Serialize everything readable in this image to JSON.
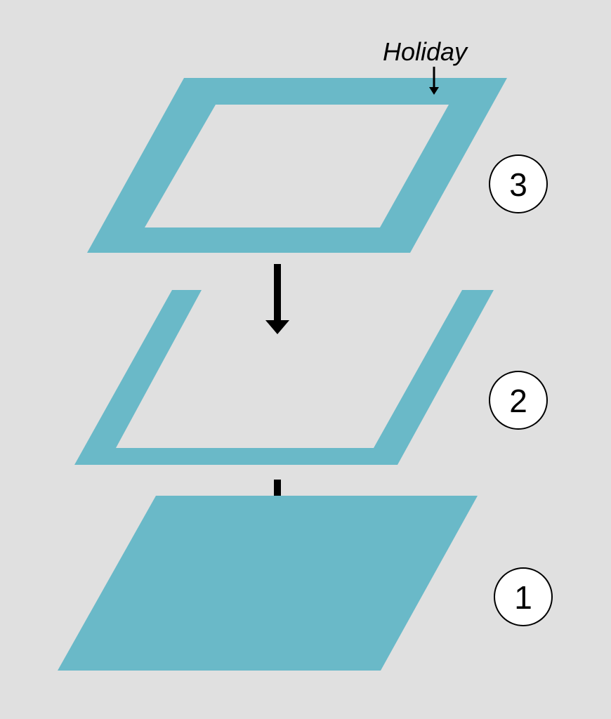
{
  "colors": {
    "background": "#e0e0e0",
    "layer_fill": "#6ab9c8",
    "arrow": "#000000",
    "badge_fill": "#ffffff",
    "badge_stroke": "#000000"
  },
  "annotation": {
    "label": "Holiday"
  },
  "layers": [
    {
      "number": "3",
      "shape": "parallelogram-frame-closed"
    },
    {
      "number": "2",
      "shape": "parallelogram-frame-open-top"
    },
    {
      "number": "1",
      "shape": "parallelogram-solid"
    }
  ],
  "arrows": [
    {
      "from": "3",
      "to": "2",
      "icon": "down-arrow-icon"
    },
    {
      "from": "2",
      "to": "1",
      "icon": "down-arrow-icon"
    }
  ]
}
